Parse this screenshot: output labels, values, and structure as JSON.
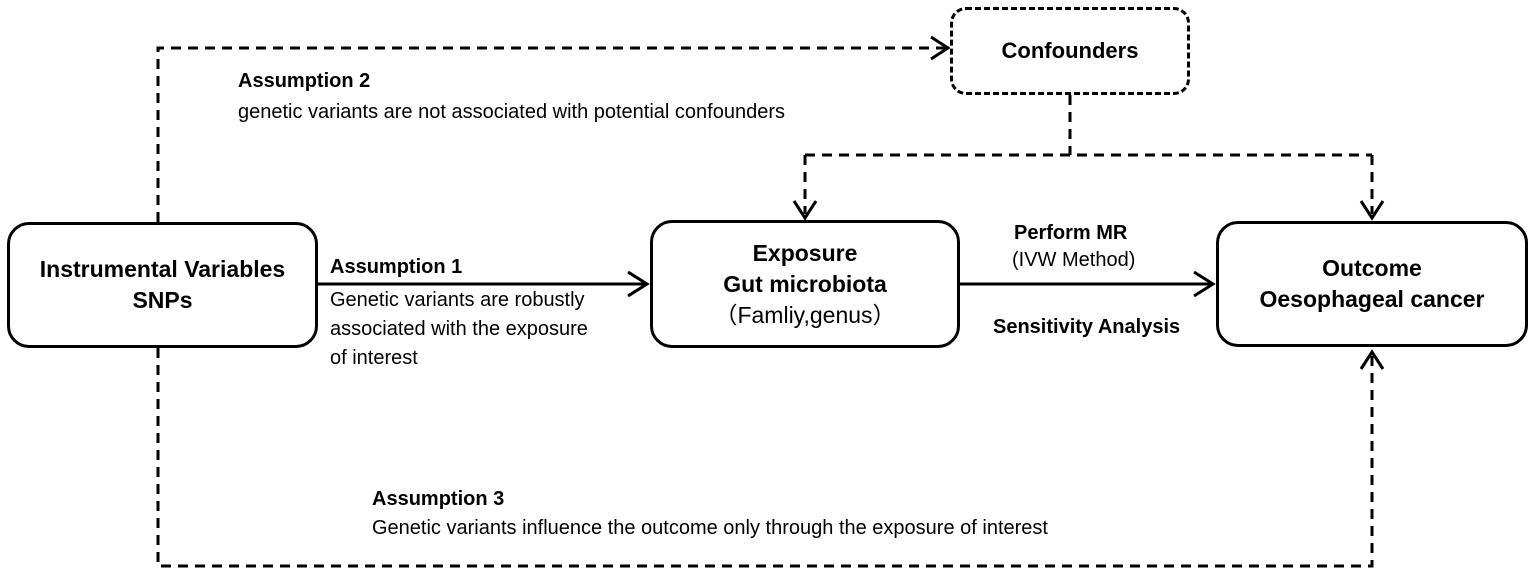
{
  "nodes": {
    "instrumental": {
      "line1": "Instrumental Variables",
      "line2": "SNPs"
    },
    "exposure": {
      "line1": "Exposure",
      "line2": "Gut microbiota",
      "line3": "（Famliy,genus）"
    },
    "outcome": {
      "line1": "Outcome",
      "line2": "Oesophageal cancer"
    },
    "confounders": {
      "label": "Confounders"
    }
  },
  "assumptions": {
    "a1": {
      "title": "Assumption 1",
      "lines": [
        "Genetic variants are robustly",
        "associated with the exposure",
        "of interest"
      ]
    },
    "a2": {
      "title": "Assumption 2",
      "text": "genetic variants are not associated with potential confounders"
    },
    "a3": {
      "title": "Assumption 3",
      "text": "Genetic variants influence the outcome only through the exposure of interest"
    }
  },
  "mr": {
    "title": "Perform MR",
    "method": "(IVW Method)",
    "sensitivity": "Sensitivity Analysis"
  }
}
